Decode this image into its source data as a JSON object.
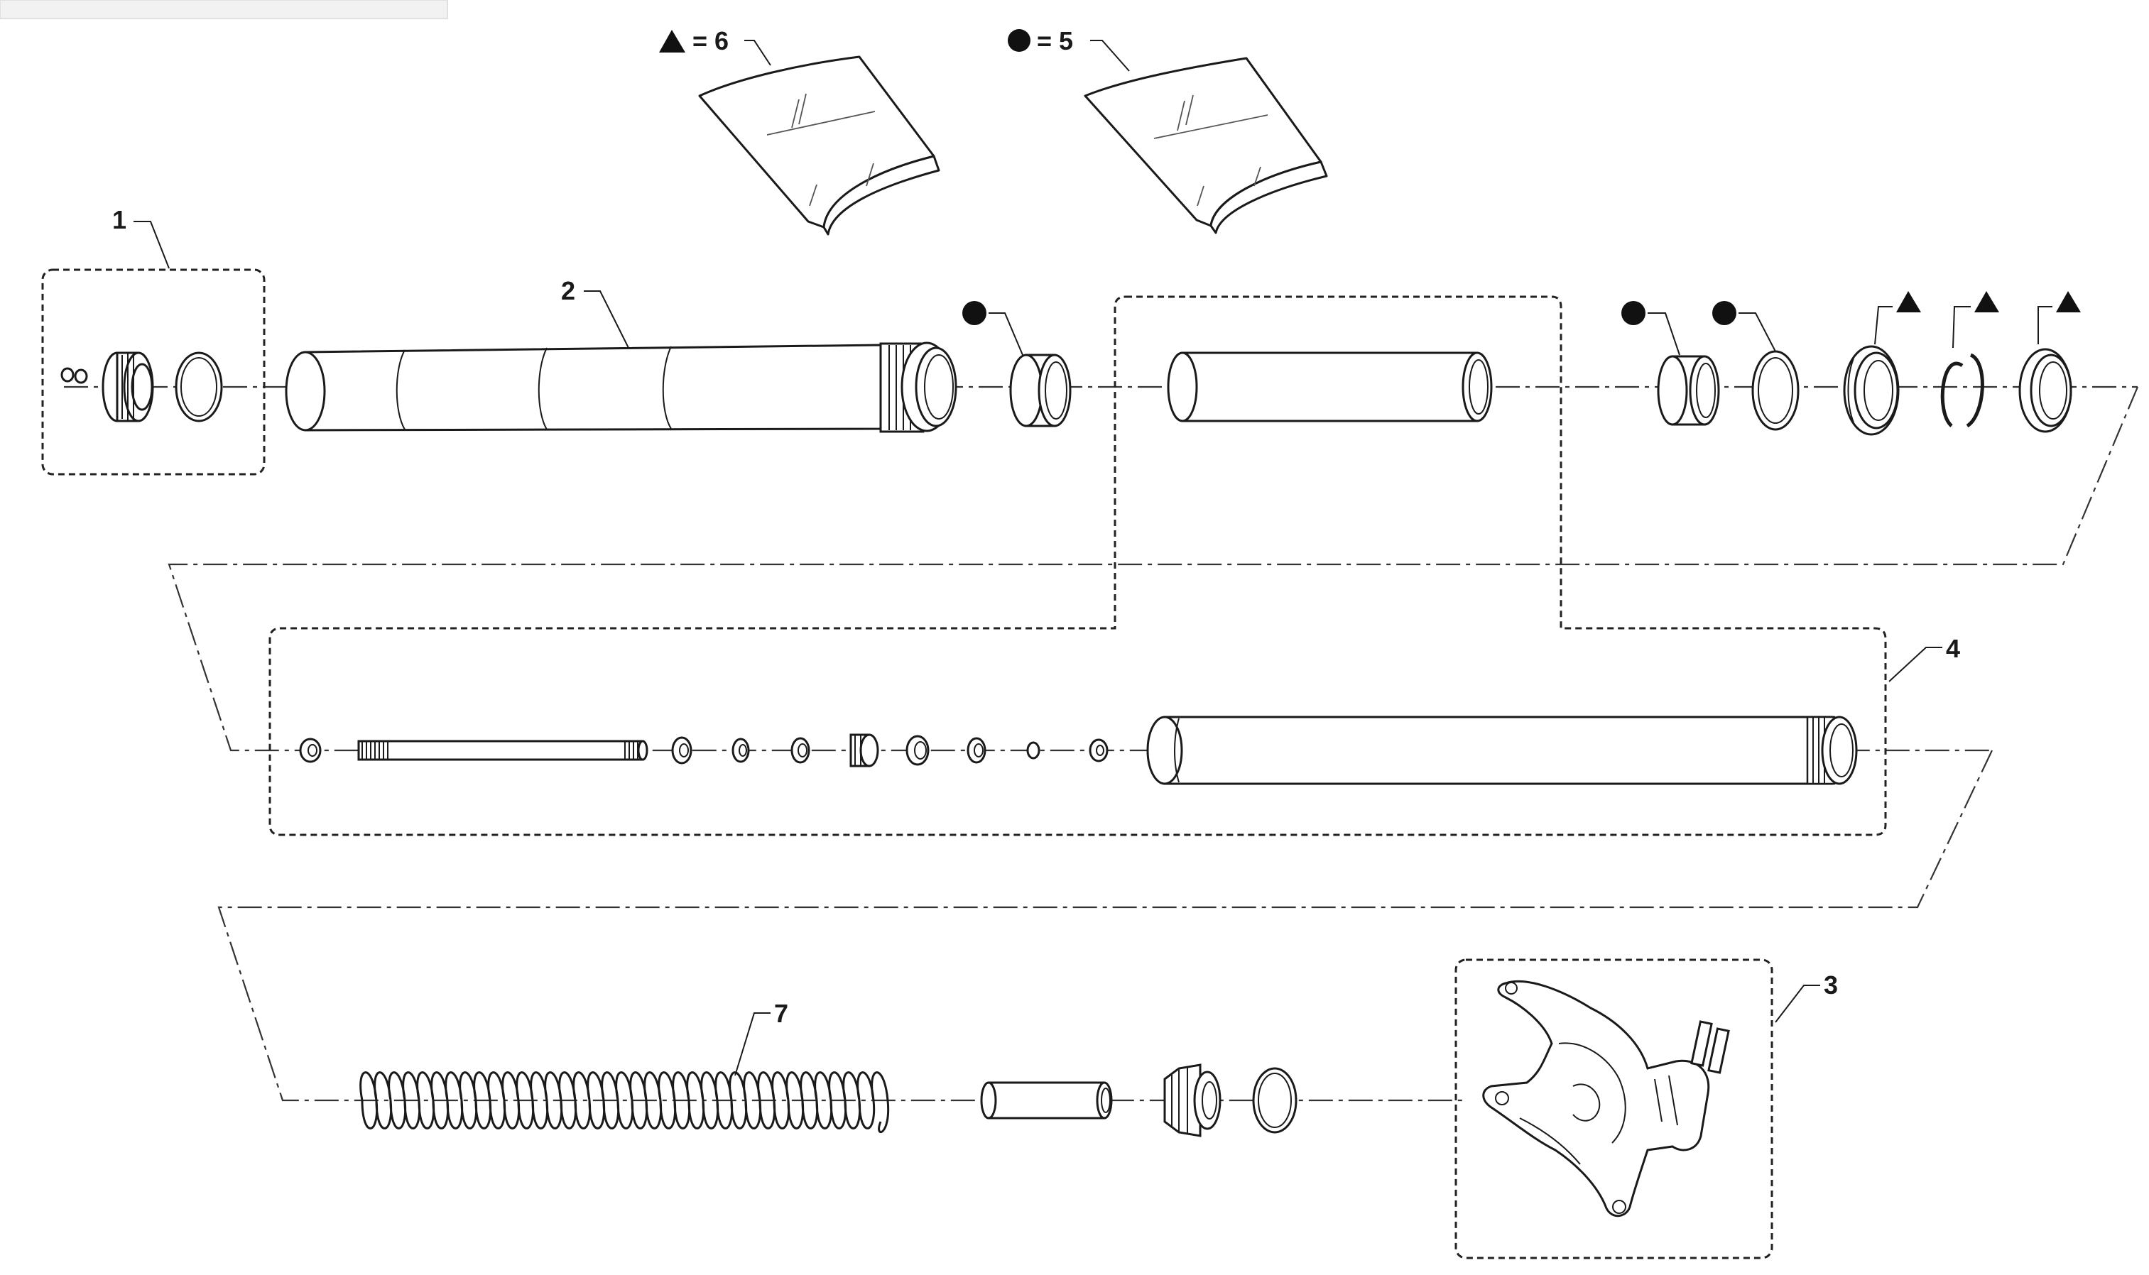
{
  "diagram": {
    "callouts": [
      {
        "id": "1",
        "label": "1"
      },
      {
        "id": "2",
        "label": "2"
      },
      {
        "id": "3",
        "label": "3"
      },
      {
        "id": "4",
        "label": "4"
      },
      {
        "id": "7",
        "label": "7"
      }
    ],
    "kit_legend": [
      {
        "symbol": "triangle",
        "text": "= 6"
      },
      {
        "symbol": "circle",
        "text": "= 5"
      }
    ],
    "colors": {
      "line": "#1a1a1a",
      "background": "#ffffff"
    }
  }
}
